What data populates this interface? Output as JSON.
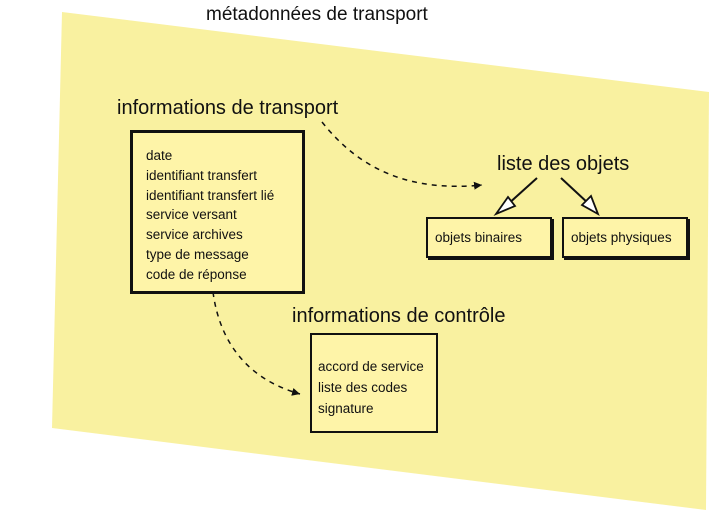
{
  "diagram": {
    "title": "métadonnées de transport",
    "colors": {
      "background_panel": "#f9f1a0",
      "box_fill": "#fef4a8",
      "stroke": "#111111"
    },
    "transport": {
      "heading": "informations de transport",
      "items": [
        "date",
        "identifiant transfert",
        "identifiant transfert lié",
        "service versant",
        "service archives",
        "type de message",
        "code de réponse"
      ]
    },
    "objects": {
      "heading": "liste des objets",
      "binary": "objets binaires",
      "physical": "objets physiques"
    },
    "control": {
      "heading": "informations de contrôle",
      "items": [
        "accord de service",
        "liste des codes",
        "signature"
      ]
    }
  }
}
